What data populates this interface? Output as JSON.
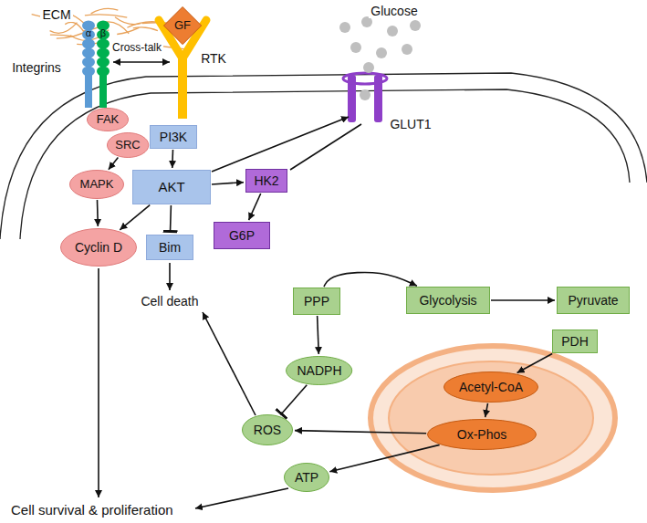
{
  "diagram": {
    "nodes": [
      {
        "text": [
          "GF"
        ]
      },
      {
        "text": [
          "FAK"
        ]
      },
      {
        "text": [
          "SRC"
        ]
      },
      {
        "text": [
          "MAPK"
        ]
      },
      {
        "text": [
          "Cyclin D"
        ]
      },
      {
        "text": [
          "PI3K"
        ]
      },
      {
        "text": [
          "AKT"
        ]
      },
      {
        "text": [
          "Bim"
        ]
      },
      {
        "text": [
          "HK2"
        ]
      },
      {
        "text": [
          "G6P"
        ]
      },
      {
        "text": [
          "PPP"
        ]
      },
      {
        "text": [
          "Glycolysis"
        ]
      },
      {
        "text": [
          "Pyruvate"
        ]
      },
      {
        "text": [
          "PDH"
        ]
      },
      {
        "text": [
          "NADPH"
        ]
      },
      {
        "text": [
          "Acetyl-CoA"
        ]
      },
      {
        "text": [
          "Ox-Phos"
        ]
      },
      {
        "text": [
          "ROS"
        ]
      },
      {
        "text": [
          "ATP"
        ]
      }
    ],
    "edges": [
      {
        "from": 2,
        "to": 3,
        "arrow": "to"
      },
      {
        "from": 3,
        "to": 4,
        "arrow": "to"
      },
      {
        "from": 5,
        "to": 6,
        "arrow": "to"
      },
      {
        "from": 6,
        "to": 7,
        "arrow": "to"
      },
      {
        "from": 6,
        "to": 4,
        "arrow": "to"
      },
      {
        "from": 6,
        "to": 8,
        "arrow": "to"
      },
      {
        "from": 8,
        "to": 9,
        "arrow": "to"
      },
      {
        "from": 10,
        "to": 11,
        "arrow": "to"
      },
      {
        "from": 10,
        "to": 14,
        "arrow": "to"
      },
      {
        "from": 11,
        "to": 12,
        "arrow": "to"
      },
      {
        "from": 13,
        "to": 15,
        "arrow": "to"
      },
      {
        "from": 15,
        "to": 16,
        "arrow": "to"
      },
      {
        "from": 14,
        "to": 17,
        "arrow": "to"
      },
      {
        "from": 16,
        "to": 17,
        "arrow": "to"
      },
      {
        "from": 16,
        "to": 18,
        "arrow": "to"
      }
    ],
    "labels": [
      "ECM",
      "α",
      "β",
      "Integrins",
      "Cross-talk",
      "RTK",
      "Glucose",
      "GLUT1",
      "Cell death",
      "Cell survival & proliferation"
    ]
  }
}
